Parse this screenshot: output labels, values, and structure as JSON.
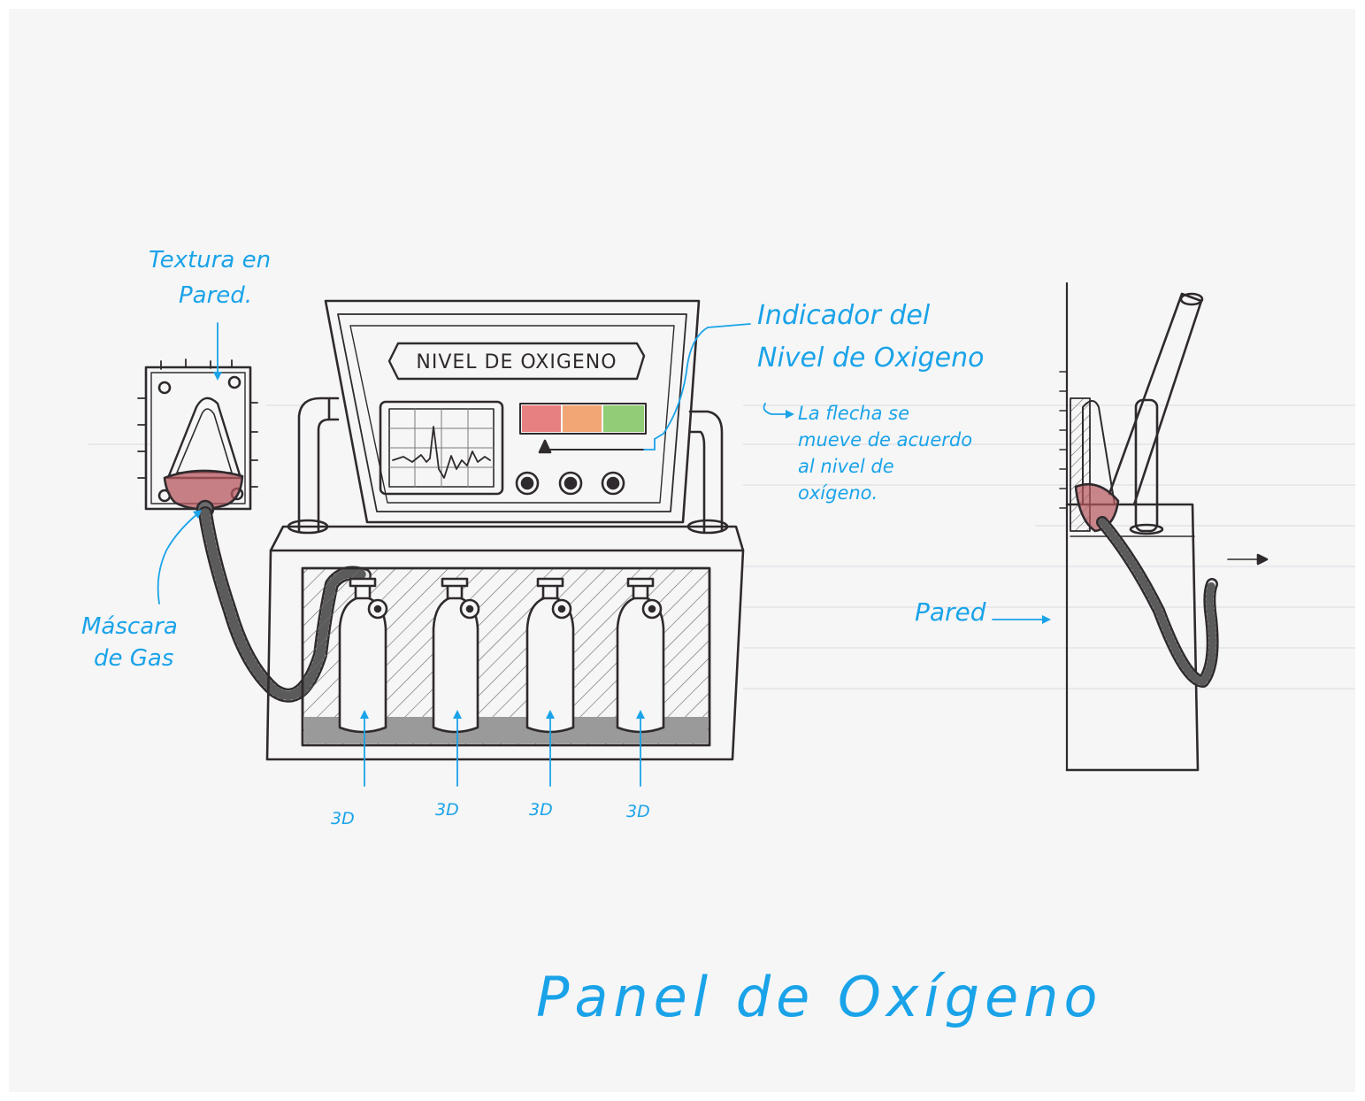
{
  "sheet_title": "Panel de Oxígeno",
  "panel_sign": "NIVEL DE OXIGENO",
  "annotations": {
    "wall_texture": "Textura en Pared.",
    "wall_texture_line1": "Textura en",
    "wall_texture_line2": "Pared.",
    "gas_mask_line1": "Máscara",
    "gas_mask_line2": "de Gas",
    "indicator_line1": "Indicador del",
    "indicator_line2": "Nivel de Oxigeno",
    "arrow_note_line1": "La flecha se",
    "arrow_note_line2": "mueve de acuerdo",
    "arrow_note_line3": "al nivel de",
    "arrow_note_line4": "oxígeno.",
    "wall": "Pared"
  },
  "tank_labels": [
    "3D",
    "3D",
    "3D",
    "3D"
  ],
  "indicator_colors": [
    "#e2595a",
    "#f08b4a",
    "#6fbf4b"
  ],
  "mask_color": "#b5575d",
  "annotation_color": "#1aa3e8"
}
